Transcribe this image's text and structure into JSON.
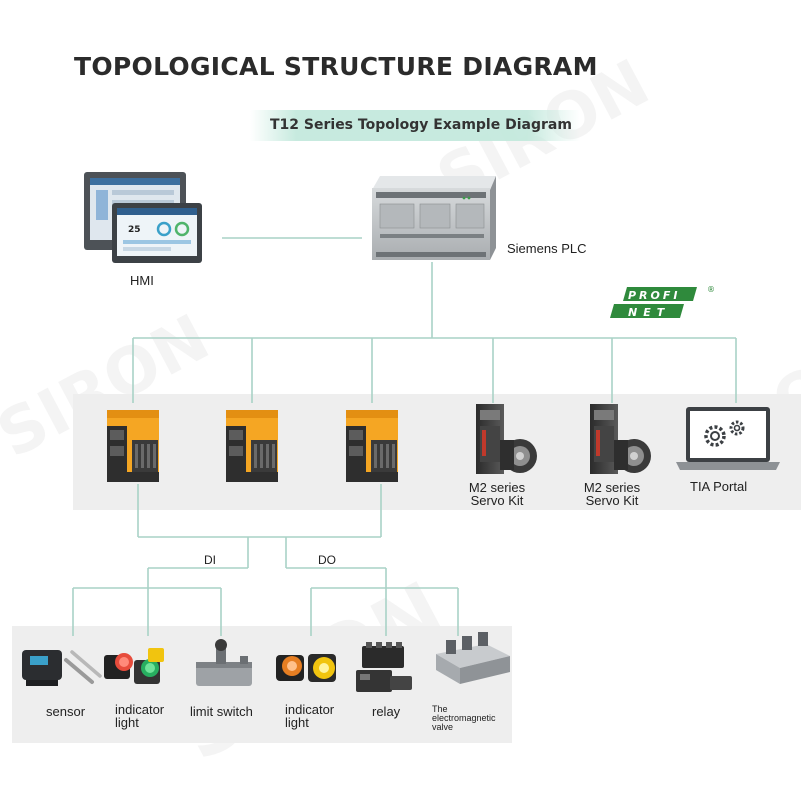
{
  "title": "TOPOLOGICAL STRUCTURE DIAGRAM",
  "subtitle": "T12 Series Topology Example Diagram",
  "watermark": "SIRON",
  "network_logo": {
    "line1": "PROFI",
    "line2": "NET",
    "registered": "®",
    "color": "#2f8a3c"
  },
  "colors": {
    "connector": "#a9d2c6",
    "module_orange": "#f5a623",
    "band": "#eeeeee"
  },
  "top_nodes": {
    "hmi": {
      "label": "HMI",
      "icon": "hmi-touchscreen-icon"
    },
    "plc": {
      "label": "Siemens PLC",
      "icon": "plc-controller-icon"
    }
  },
  "network_nodes": [
    {
      "label": "",
      "icon": "io-module-icon"
    },
    {
      "label": "",
      "icon": "io-module-icon"
    },
    {
      "label": "",
      "icon": "io-module-icon"
    },
    {
      "line1": "M2 series",
      "line2": "Servo Kit",
      "icon": "servo-kit-icon"
    },
    {
      "line1": "M2 series",
      "line2": "Servo Kit",
      "icon": "servo-kit-icon"
    },
    {
      "label": "TIA Portal",
      "icon": "laptop-gears-icon"
    }
  ],
  "branches": {
    "di": "DI",
    "do": "DO"
  },
  "field_devices": [
    {
      "label": "sensor",
      "icon": "sensor-icon"
    },
    {
      "line1": "indicator",
      "line2": "light",
      "icon": "indicator-light-icon"
    },
    {
      "label": "limit switch",
      "icon": "limit-switch-icon"
    },
    {
      "line1": "indicator",
      "line2": "light",
      "icon": "indicator-light-icon"
    },
    {
      "label": "relay",
      "icon": "relay-icon"
    },
    {
      "line1": "The",
      "line2": "electromagnetic",
      "line3": "valve",
      "icon": "solenoid-valve-icon"
    }
  ]
}
